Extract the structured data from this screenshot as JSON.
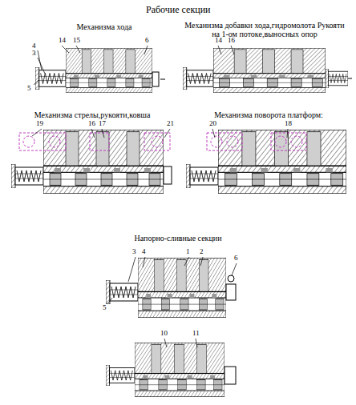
{
  "diagram": {
    "title": "Рабочие секции",
    "labels": [
      "Механизма хода",
      "Механизма добавки хода,гидромолота Рукояти на 1-ом потоке,выносных опор",
      "14",
      "15",
      "6",
      "4",
      "3",
      "5",
      "14",
      "16",
      "Механизма стрелы,рукояти,ковша",
      "19",
      "16",
      "17",
      "21",
      "Механизма поворота платформ:",
      "20",
      "18",
      "Напорно-сливные секции",
      "3",
      "4",
      "1",
      "2",
      "6",
      "5",
      "10",
      "11"
    ]
  }
}
